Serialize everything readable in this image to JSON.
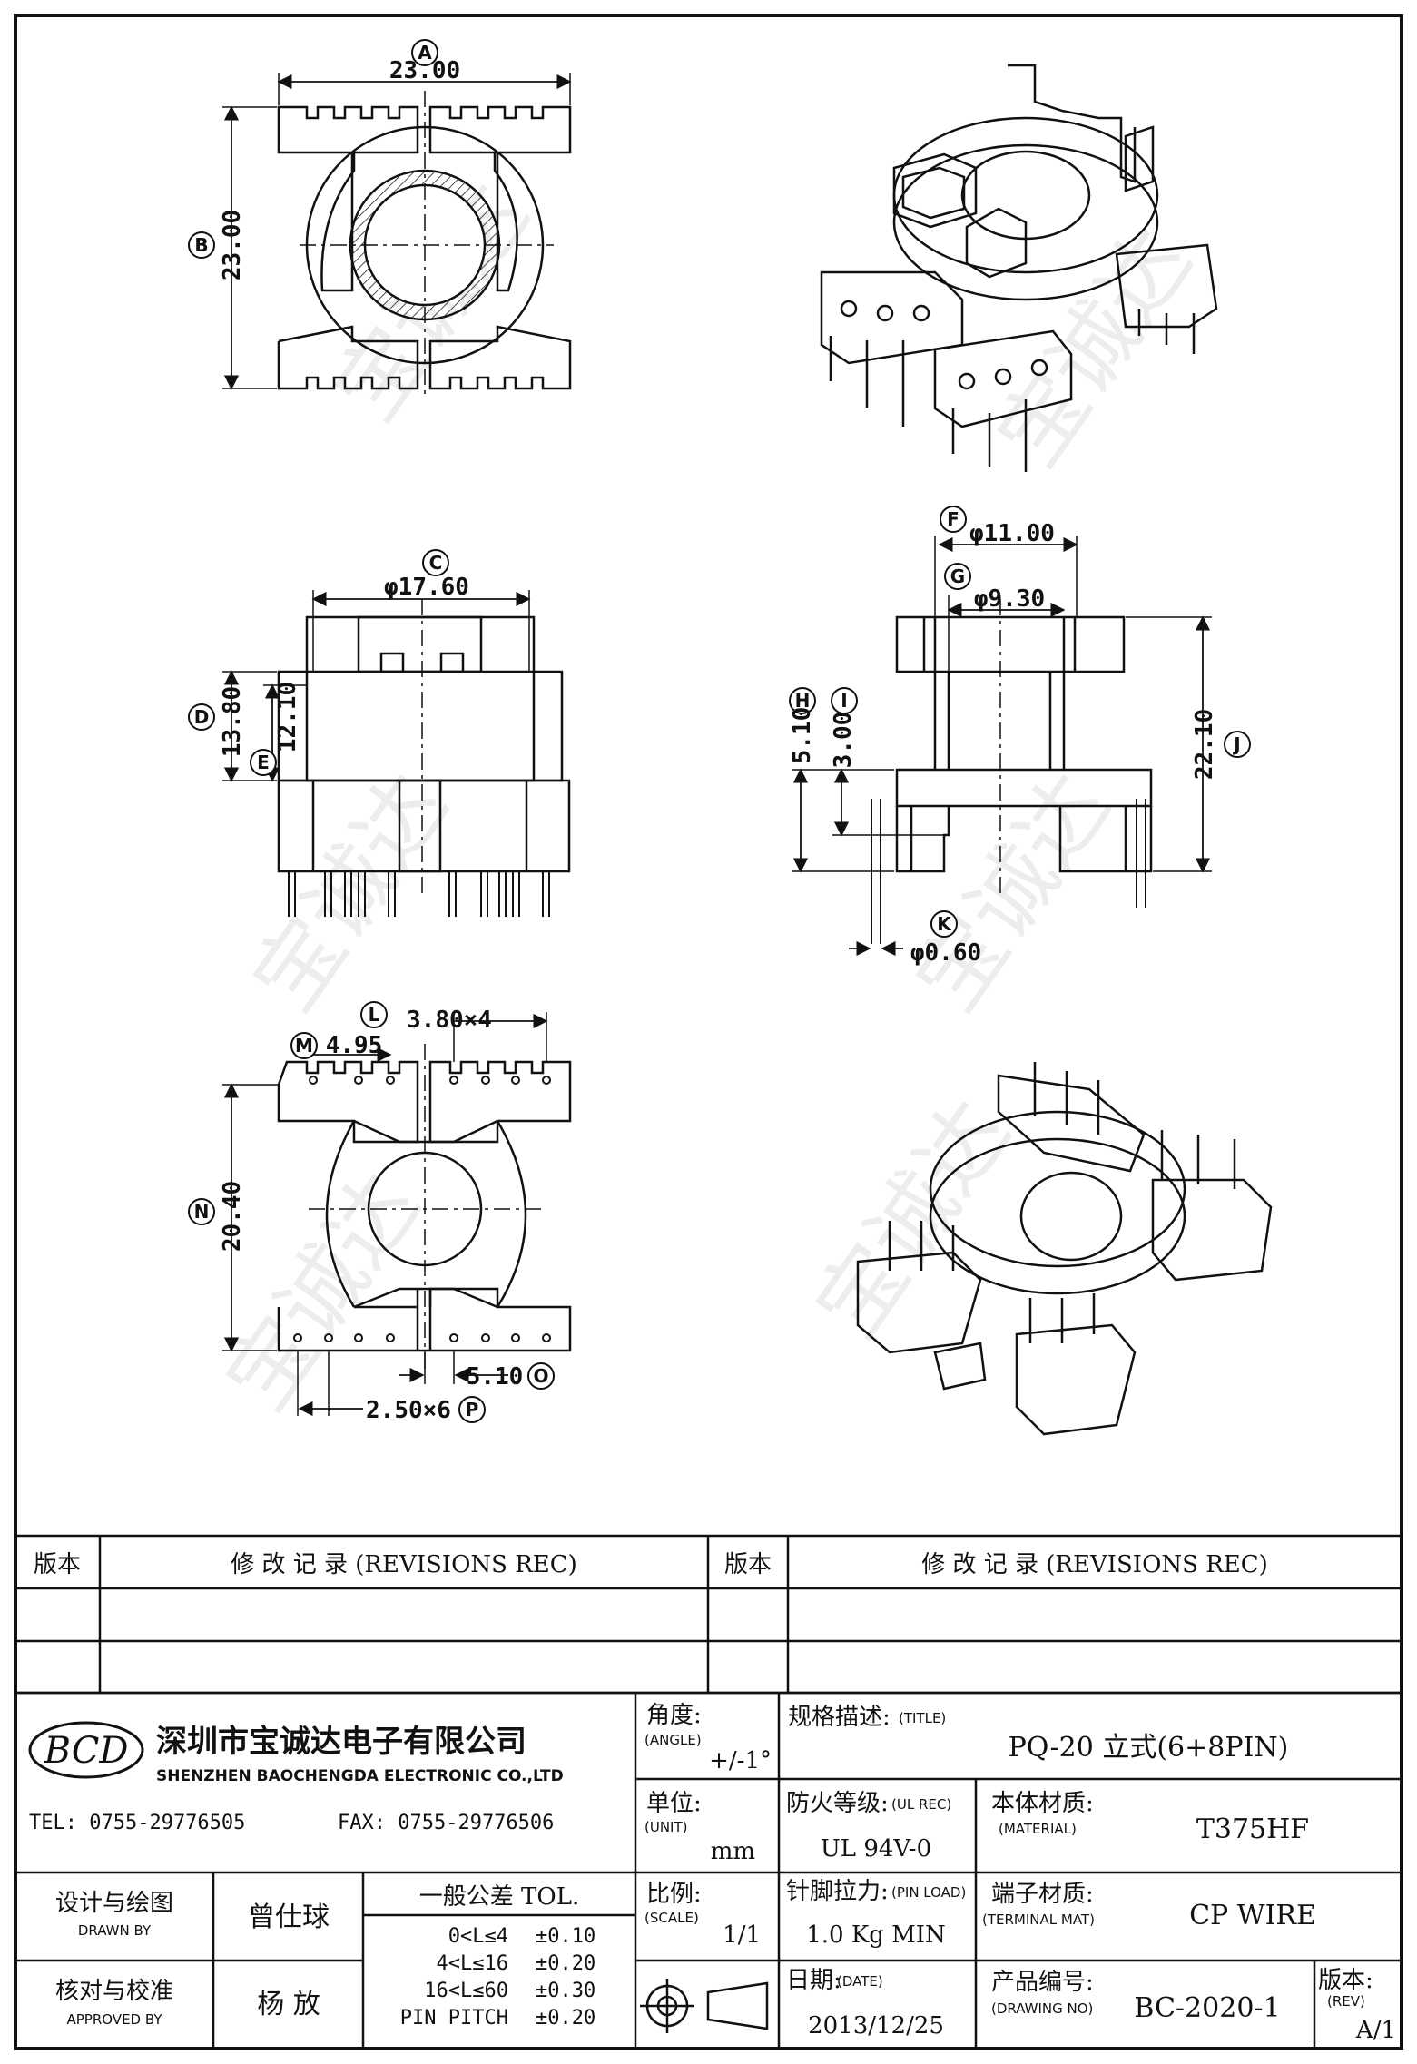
{
  "drawing": {
    "top_view": {
      "A": {
        "letter": "A",
        "value": "23.00"
      },
      "B": {
        "letter": "B",
        "value": "23.00"
      }
    },
    "side_view": {
      "C": {
        "letter": "C",
        "value": "φ17.60"
      },
      "D": {
        "letter": "D",
        "value": "13.80"
      },
      "E": {
        "letter": "E",
        "value": "12.10"
      }
    },
    "section_view": {
      "F": {
        "letter": "F",
        "value": "φ11.00"
      },
      "G": {
        "letter": "G",
        "value": "φ9.30"
      },
      "H": {
        "letter": "H",
        "value": "5.10"
      },
      "I": {
        "letter": "I",
        "value": "3.00"
      },
      "J": {
        "letter": "J",
        "value": "22.10"
      },
      "K": {
        "letter": "K",
        "value": "φ0.60"
      }
    },
    "bottom_view": {
      "L": {
        "letter": "L",
        "value": "3.80×4"
      },
      "M": {
        "letter": "M",
        "value": "4.95"
      },
      "N": {
        "letter": "N",
        "value": "20.40"
      },
      "O": {
        "letter": "O",
        "value": "5.10"
      },
      "P": {
        "letter": "P",
        "value": "2.50×6"
      }
    },
    "watermark": "宝诚达"
  },
  "revisions": {
    "col_version": "版本",
    "col_record": "修 改 记 录 (REVISIONS REC)"
  },
  "company": {
    "logo_text": "BCD",
    "name_cn": "深圳市宝诚达电子有限公司",
    "name_en": "SHENZHEN BAOCHENGDA ELECTRONIC CO.,LTD",
    "tel": "TEL: 0755-29776505",
    "fax": "FAX: 0755-29776506"
  },
  "title_block": {
    "angle_label": "角度:",
    "angle_label_en": "(ANGLE)",
    "angle_value": "+/-1°",
    "unit_label": "单位:",
    "unit_label_en": "(UNIT)",
    "unit_value": "mm",
    "scale_label": "比例:",
    "scale_label_en": "(SCALE)",
    "scale_value": "1/1",
    "title_label": "规格描述:",
    "title_label_en": "(TITLE)",
    "title_value": "PQ-20 立式(6+8PIN)",
    "ul_label": "防火等级:",
    "ul_label_en": "(UL REC)",
    "ul_value": "UL 94V-0",
    "material_label": "本体材质:",
    "material_label_en": "(MATERIAL)",
    "material_value": "T375HF",
    "pinload_label": "针脚拉力:",
    "pinload_label_en": "(PIN LOAD)",
    "pinload_value": "1.0 Kg MIN",
    "terminal_label": "端子材质:",
    "terminal_label_en": "(TERMINAL MAT)",
    "terminal_value": "CP WIRE",
    "date_label": "日期:",
    "date_label_en": "(DATE)",
    "date_value": "2013/12/25",
    "drawing_no_label": "产品编号:",
    "drawing_no_label_en": "(DRAWING NO)",
    "drawing_no_value": "BC-2020-1",
    "rev_label": "版本:",
    "rev_label_en": "(REV)",
    "rev_value": "A/1",
    "drawn_label": "设计与绘图",
    "drawn_label_en": "DRAWN BY",
    "drawn_name": "曾仕球",
    "approved_label": "核对与校准",
    "approved_label_en": "APPROVED BY",
    "approved_name": "杨  放",
    "tol_header": "一般公差 TOL.",
    "tolerances": [
      {
        "range": "0<L≤4",
        "value": "±0.10"
      },
      {
        "range": "4<L≤16",
        "value": "±0.20"
      },
      {
        "range": "16<L≤60",
        "value": "±0.30"
      },
      {
        "range": "PIN PITCH",
        "value": "±0.20"
      }
    ]
  }
}
